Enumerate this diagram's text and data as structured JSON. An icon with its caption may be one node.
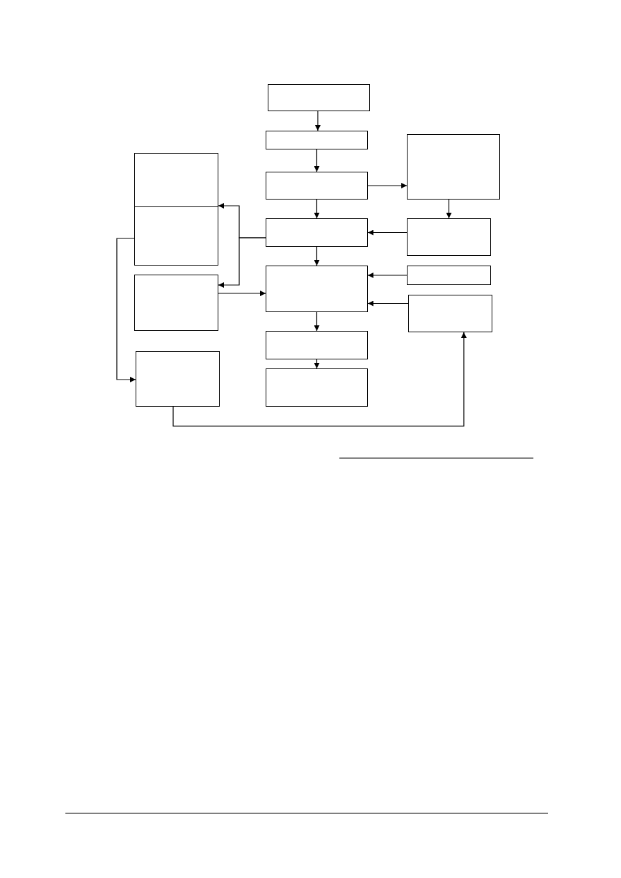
{
  "diagram": {
    "nodes": [
      {
        "text": [],
        "shape": "box"
      },
      {
        "text": [],
        "shape": "box"
      },
      {
        "text": [],
        "shape": "box"
      },
      {
        "text": [],
        "shape": "box"
      },
      {
        "text": [],
        "shape": "box"
      },
      {
        "text": [],
        "shape": "box"
      },
      {
        "text": [],
        "shape": "box"
      },
      {
        "text": [],
        "shape": "box"
      },
      {
        "text": [],
        "shape": "box"
      },
      {
        "text": [],
        "shape": "box"
      },
      {
        "text": [],
        "shape": "box"
      },
      {
        "text": [],
        "shape": "box"
      },
      {
        "text": [],
        "shape": "box"
      },
      {
        "text": [],
        "shape": "box"
      }
    ],
    "edges": [
      {
        "from": 0,
        "to": 1,
        "arrow": "to"
      },
      {
        "from": 1,
        "to": 4,
        "arrow": "to"
      },
      {
        "from": 4,
        "to": 2,
        "arrow": "to"
      },
      {
        "from": 4,
        "to": 5,
        "arrow": "to"
      },
      {
        "from": 2,
        "to": 6,
        "arrow": "to"
      },
      {
        "from": 6,
        "to": 5,
        "arrow": "to"
      },
      {
        "from": 5,
        "to": 3,
        "arrow": "to"
      },
      {
        "from": 5,
        "to": 9,
        "arrow": "to"
      },
      {
        "from": 3,
        "to": 12,
        "arrow": "to"
      },
      {
        "from": 9,
        "to": 7,
        "arrow": "to"
      },
      {
        "from": 8,
        "to": 7,
        "arrow": "to"
      },
      {
        "from": 10,
        "to": 7,
        "arrow": "to"
      },
      {
        "from": 5,
        "to": 7,
        "arrow": "to"
      },
      {
        "from": 7,
        "to": 11,
        "arrow": "to"
      },
      {
        "from": 11,
        "to": 13,
        "arrow": "to"
      },
      {
        "from": 12,
        "to": 10,
        "arrow": "to"
      }
    ]
  }
}
